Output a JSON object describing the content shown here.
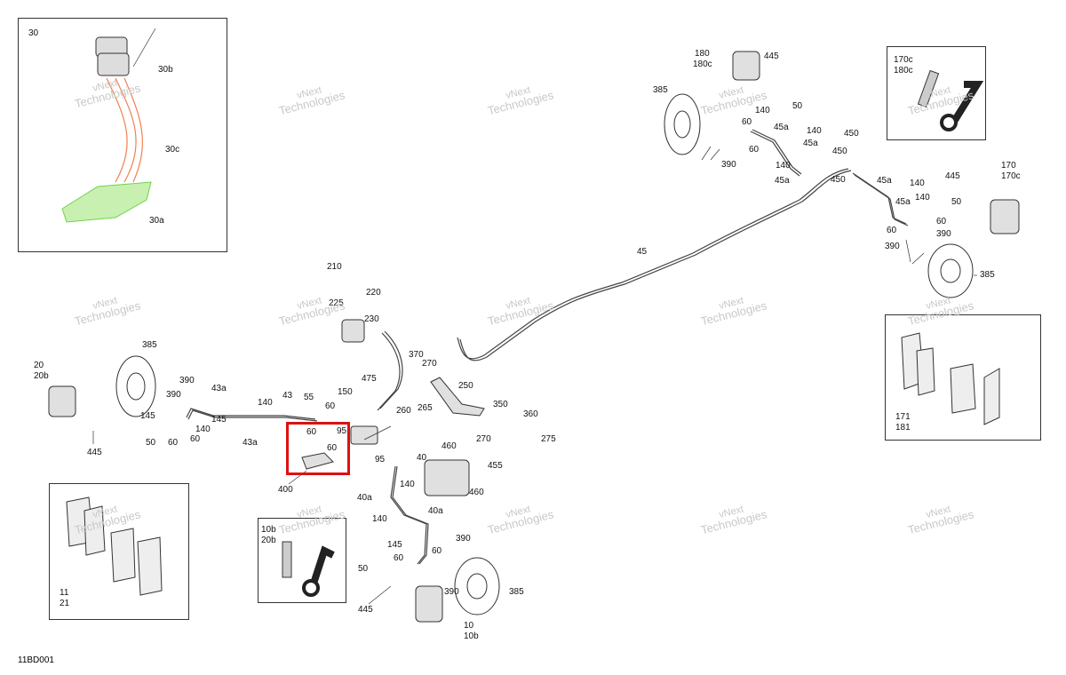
{
  "diagram_code": "11BD001",
  "watermark": {
    "line1": "vNext",
    "line2": "Technologies"
  },
  "colors": {
    "highlight": "#d11111",
    "line": "#333333",
    "inset_green": "#6fd34a",
    "inset_orange": "#f08050"
  },
  "insets": {
    "reservoir": {
      "title": "30",
      "labels": [
        "30b",
        "30c",
        "30a"
      ]
    },
    "bleeder_top": {
      "labels": [
        "170c",
        "180c"
      ]
    },
    "pads_right": {
      "labels": [
        "171",
        "181"
      ]
    },
    "pads_left": {
      "labels": [
        "11",
        "21"
      ]
    },
    "bleeder_bottom": {
      "labels": [
        "10b",
        "20b"
      ]
    }
  },
  "callouts": [
    "180",
    "180c",
    "445",
    "385",
    "50",
    "140",
    "45a",
    "140",
    "45a",
    "60",
    "60",
    "450",
    "450",
    "140",
    "45a",
    "450",
    "390",
    "170",
    "170c",
    "445",
    "45a",
    "140",
    "50",
    "140",
    "45a",
    "60",
    "60",
    "390",
    "390",
    "385",
    "45",
    "210",
    "220",
    "225",
    "230",
    "370",
    "270",
    "475",
    "250",
    "260",
    "265",
    "350",
    "360",
    "270",
    "275",
    "385",
    "20",
    "20b",
    "390",
    "43a",
    "43",
    "55",
    "60",
    "150",
    "145",
    "140",
    "390",
    "145",
    "140",
    "60",
    "43a",
    "60",
    "95",
    "60",
    "95",
    "50",
    "60",
    "445",
    "400",
    "460",
    "40",
    "455",
    "140",
    "460",
    "40a",
    "40a",
    "140",
    "145",
    "60",
    "390",
    "60",
    "50",
    "390",
    "385",
    "445",
    "10",
    "10b"
  ]
}
